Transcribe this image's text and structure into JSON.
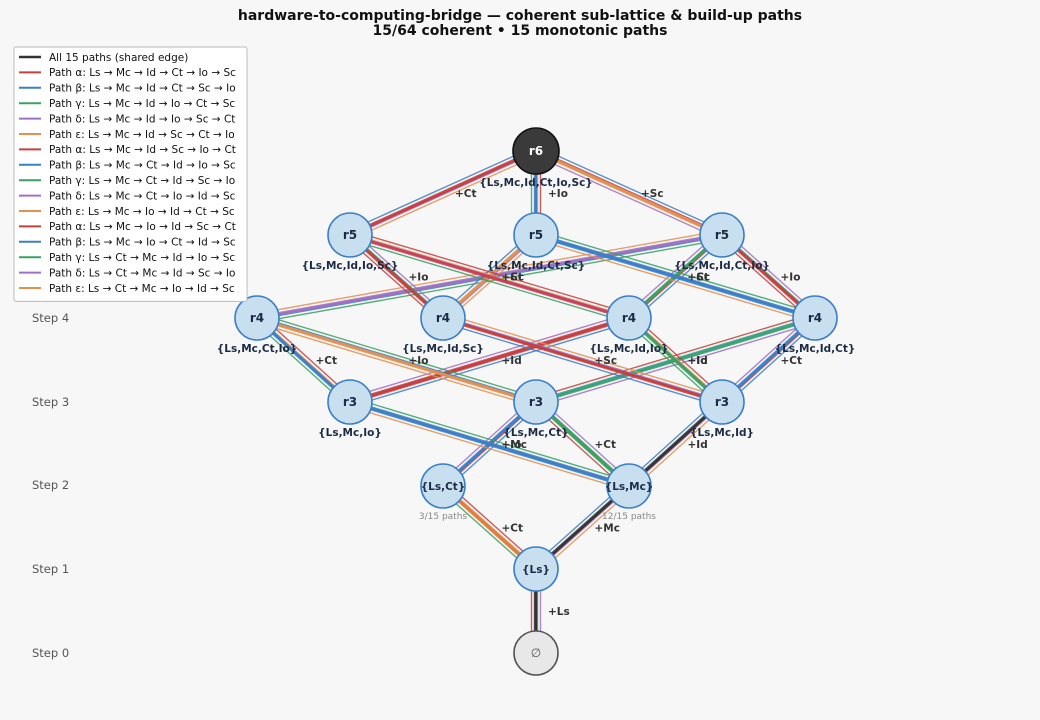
{
  "title": {
    "line1": "hardware-to-computing-bridge — coherent sub-lattice & build-up paths",
    "line2": "15/64 coherent  •  15 monotonic paths"
  },
  "steps": [
    "Step 0",
    "Step 1",
    "Step 2",
    "Step 3",
    "Step 4"
  ],
  "nodes": [
    {
      "id": "s0",
      "label": "∅",
      "set": "",
      "sub": "",
      "step": 0,
      "kind": "empty"
    },
    {
      "id": "s1",
      "label": "{Ls}",
      "set": "",
      "sub": "",
      "step": 1,
      "kind": "normal"
    },
    {
      "id": "ct",
      "label": "{Ls,Ct}",
      "set": "",
      "sub": "3/15 paths",
      "step": 2,
      "kind": "normal"
    },
    {
      "id": "mc",
      "label": "{Ls,Mc}",
      "set": "",
      "sub": "12/15 paths",
      "step": 2,
      "kind": "normal"
    },
    {
      "id": "a3",
      "label": "r3",
      "set": "{Ls,Mc,Io}",
      "sub": "",
      "step": 3,
      "kind": "normal"
    },
    {
      "id": "b3",
      "label": "r3",
      "set": "{Ls,Mc,Ct}",
      "sub": "",
      "step": 3,
      "kind": "normal"
    },
    {
      "id": "c3",
      "label": "r3",
      "set": "{Ls,Mc,Id}",
      "sub": "",
      "step": 3,
      "kind": "normal"
    },
    {
      "id": "a4",
      "label": "r4",
      "set": "{Ls,Mc,Ct,Io}",
      "sub": "",
      "step": 4,
      "kind": "normal"
    },
    {
      "id": "b4",
      "label": "r4",
      "set": "{Ls,Mc,Id,Sc}",
      "sub": "",
      "step": 4,
      "kind": "normal"
    },
    {
      "id": "c4",
      "label": "r4",
      "set": "{Ls,Mc,Id,Io}",
      "sub": "",
      "step": 4,
      "kind": "normal"
    },
    {
      "id": "d4",
      "label": "r4",
      "set": "{Ls,Mc,Id,Ct}",
      "sub": "",
      "step": 4,
      "kind": "normal"
    },
    {
      "id": "a5",
      "label": "r5",
      "set": "{Ls,Mc,Id,Io,Sc}",
      "sub": "",
      "step": 5,
      "kind": "normal"
    },
    {
      "id": "b5",
      "label": "r5",
      "set": "{Ls,Mc,Id,Ct,Sc}",
      "sub": "",
      "step": 5,
      "kind": "normal"
    },
    {
      "id": "c5",
      "label": "r5",
      "set": "{Ls,Mc,Id,Ct,Io}",
      "sub": "",
      "step": 5,
      "kind": "normal"
    },
    {
      "id": "top",
      "label": "r6",
      "set": "{Ls,Mc,Id,Ct,Io,Sc}",
      "sub": "",
      "step": 6,
      "kind": "top"
    }
  ],
  "edges": [
    {
      "from": "s0",
      "to": "s1",
      "label": "+Ls",
      "color": "#333333"
    },
    {
      "from": "s1",
      "to": "mc",
      "label": "+Mc",
      "color": "#333333"
    },
    {
      "from": "s1",
      "to": "ct",
      "label": "+Ct",
      "color": "#e07b39"
    },
    {
      "from": "ct",
      "to": "b3",
      "label": "+Mc",
      "color": "#3a7fc8"
    },
    {
      "from": "mc",
      "to": "a3",
      "label": "+Io",
      "color": "#3a7fc8"
    },
    {
      "from": "mc",
      "to": "b3",
      "label": "+Ct",
      "color": "#3aa060"
    },
    {
      "from": "mc",
      "to": "c3",
      "label": "+Id",
      "color": "#333333"
    },
    {
      "from": "a3",
      "to": "a4",
      "label": "+Ct",
      "color": "#3a7fc8"
    },
    {
      "from": "a3",
      "to": "c4",
      "label": "+Id",
      "color": "#c44040"
    },
    {
      "from": "b3",
      "to": "a4",
      "label": "+Io",
      "color": "#e09050"
    },
    {
      "from": "b3",
      "to": "d4",
      "label": "+Id",
      "color": "#3aa080"
    },
    {
      "from": "c3",
      "to": "b4",
      "label": "+Sc",
      "color": "#c44040"
    },
    {
      "from": "c3",
      "to": "c4",
      "label": "+Io",
      "color": "#3aa060"
    },
    {
      "from": "c3",
      "to": "d4",
      "label": "+Ct",
      "color": "#3a7fc8"
    },
    {
      "from": "a4",
      "to": "c5",
      "label": "",
      "color": "#a070c0"
    },
    {
      "from": "b4",
      "to": "a5",
      "label": "+Io",
      "color": "#c44040"
    },
    {
      "from": "b4",
      "to": "b5",
      "label": "+Ct",
      "color": "#e09050"
    },
    {
      "from": "c4",
      "to": "a5",
      "label": "+Sc",
      "color": "#c44060"
    },
    {
      "from": "c4",
      "to": "c5",
      "label": "+Ct",
      "color": "#3aa060"
    },
    {
      "from": "d4",
      "to": "b5",
      "label": "+Sc",
      "color": "#3a7fc8"
    },
    {
      "from": "d4",
      "to": "c5",
      "label": "+Io",
      "color": "#c44040"
    },
    {
      "from": "a5",
      "to": "top",
      "label": "+Ct",
      "color": "#c44040"
    },
    {
      "from": "b5",
      "to": "top",
      "label": "+Io",
      "color": "#3a7fc8"
    },
    {
      "from": "c5",
      "to": "top",
      "label": "+Sc",
      "color": "#e09050"
    }
  ],
  "legend": [
    {
      "label": "All 15 paths (shared edge)",
      "color": "#333333"
    },
    {
      "label": "Path α: Ls → Mc → Id → Ct → Io → Sc",
      "color": "#c44040"
    },
    {
      "label": "Path β: Ls → Mc → Id → Ct → Sc → Io",
      "color": "#3a7fc8"
    },
    {
      "label": "Path γ: Ls → Mc → Id → Io → Ct → Sc",
      "color": "#3aa060"
    },
    {
      "label": "Path δ: Ls → Mc → Id → Io → Sc → Ct",
      "color": "#a070c0"
    },
    {
      "label": "Path ε: Ls → Mc → Id → Sc → Ct → Io",
      "color": "#e09050"
    },
    {
      "label": "Path α: Ls → Mc → Id → Sc → Io → Ct",
      "color": "#c44040"
    },
    {
      "label": "Path β: Ls → Mc → Ct → Id → Io → Sc",
      "color": "#3a7fc8"
    },
    {
      "label": "Path γ: Ls → Mc → Ct → Id → Sc → Io",
      "color": "#3aa060"
    },
    {
      "label": "Path δ: Ls → Mc → Ct → Io → Id → Sc",
      "color": "#a070c0"
    },
    {
      "label": "Path ε: Ls → Mc → Io → Id → Ct → Sc",
      "color": "#e09050"
    },
    {
      "label": "Path α: Ls → Mc → Io → Id → Sc → Ct",
      "color": "#c44040"
    },
    {
      "label": "Path β: Ls → Mc → Io → Ct → Id → Sc",
      "color": "#3a7fc8"
    },
    {
      "label": "Path γ: Ls → Ct → Mc → Id → Io → Sc",
      "color": "#3aa060"
    },
    {
      "label": "Path δ: Ls → Ct → Mc → Id → Sc → Io",
      "color": "#a070c0"
    },
    {
      "label": "Path ε: Ls → Ct → Mc → Io → Id → Sc",
      "color": "#e09050"
    }
  ]
}
